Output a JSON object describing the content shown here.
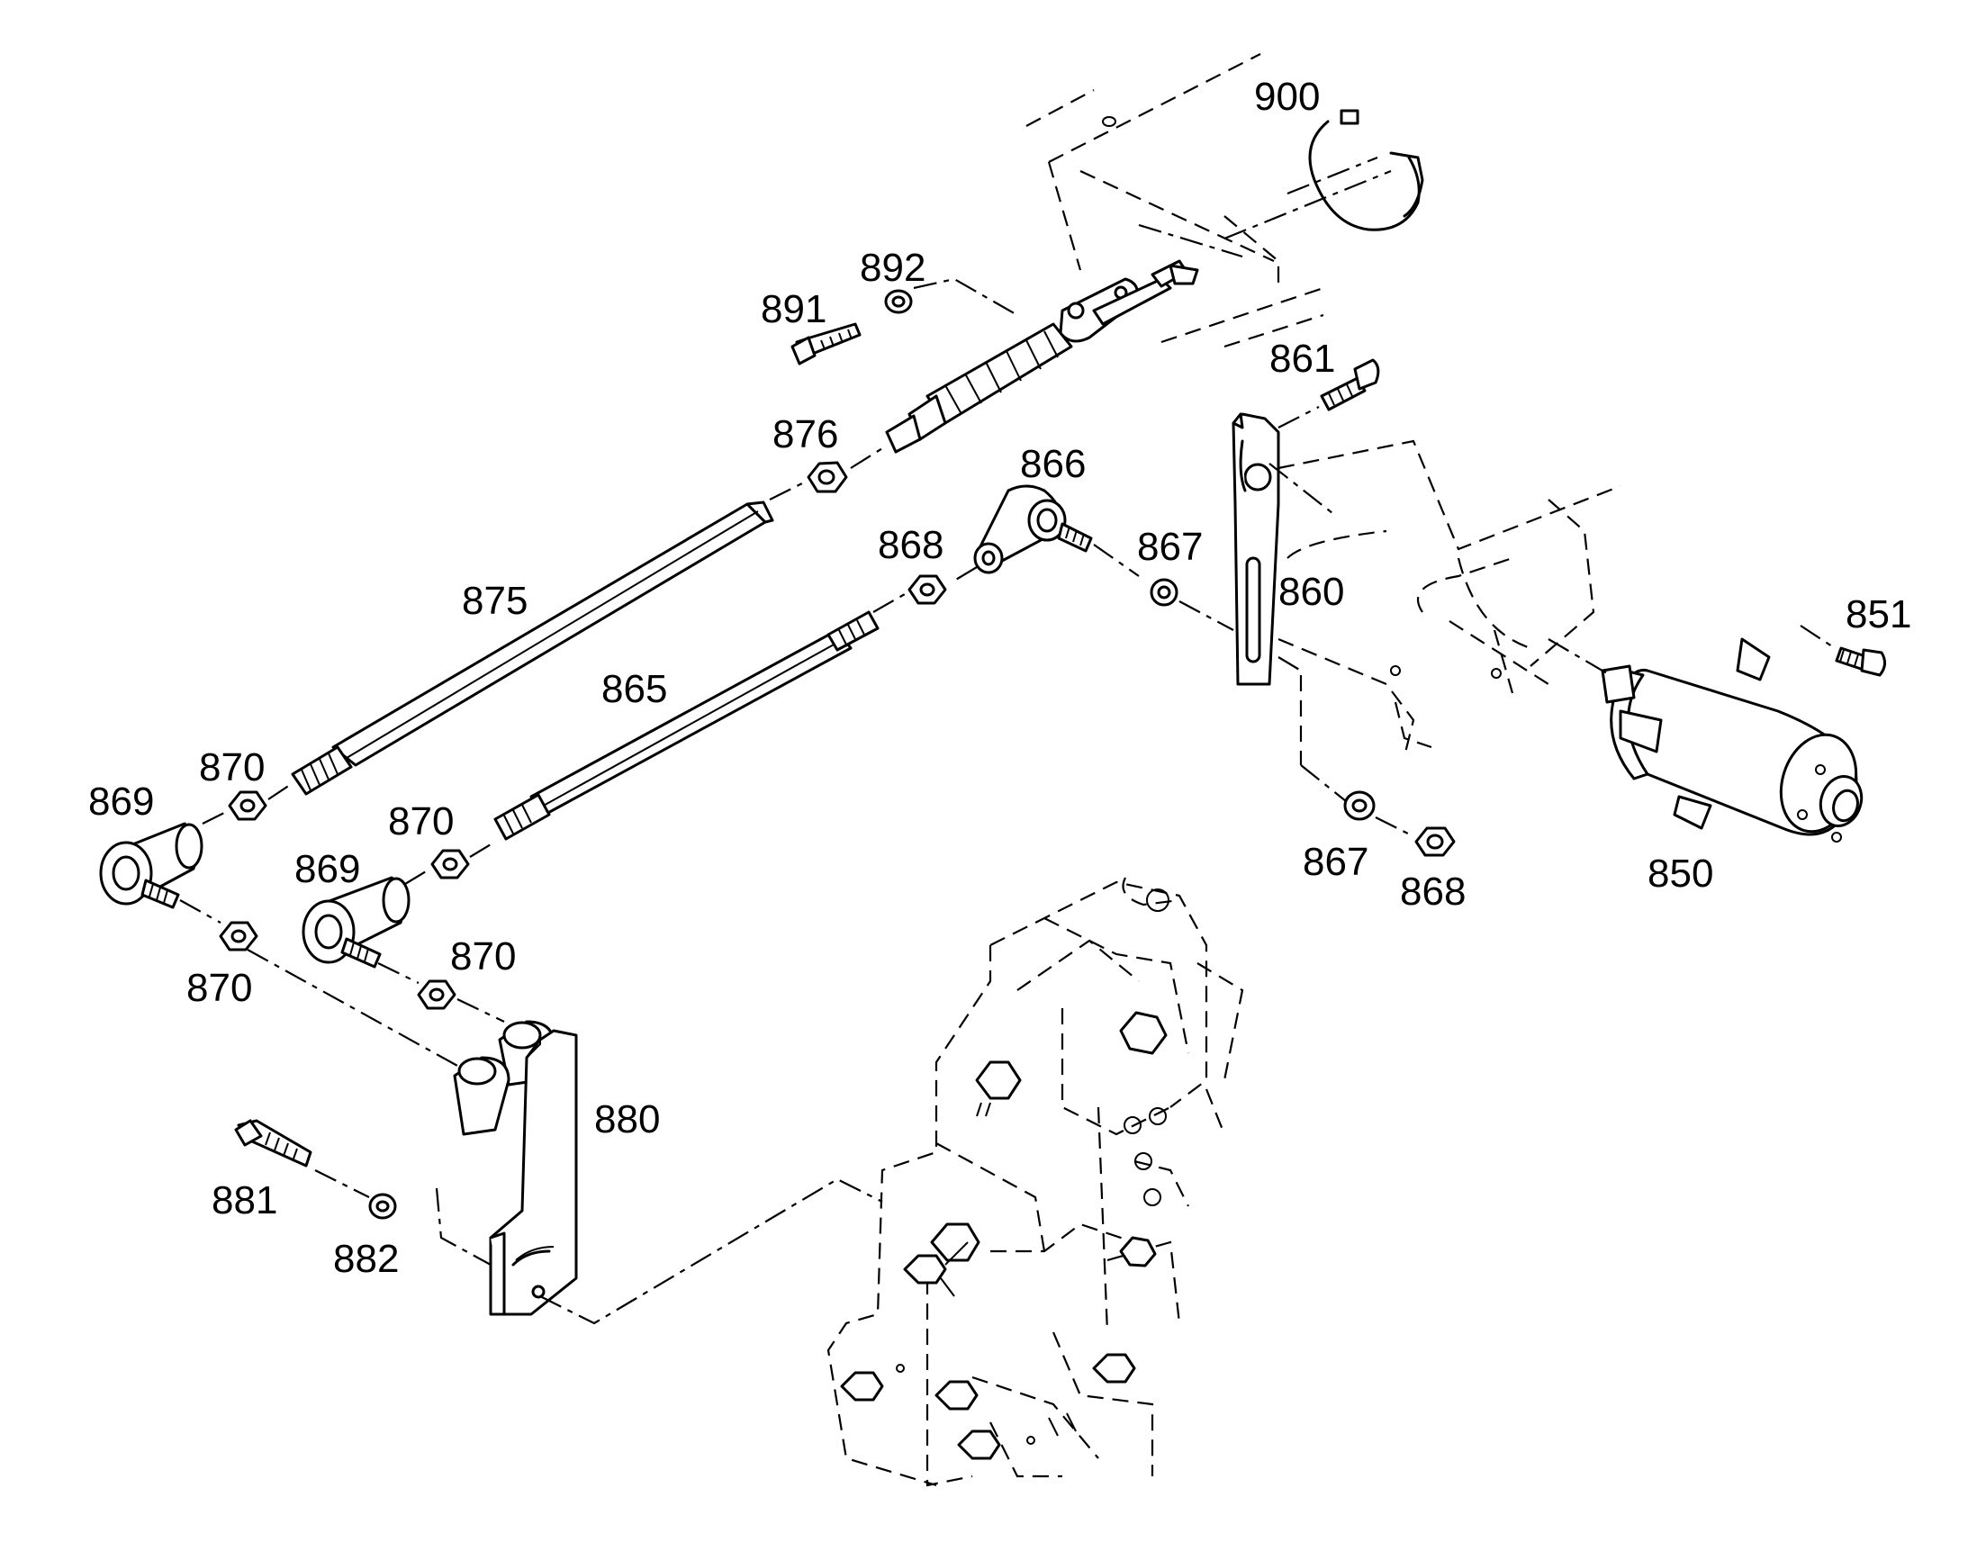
{
  "labels": {
    "p900": "900",
    "p892": "892",
    "p891": "891",
    "p861": "861",
    "p876": "876",
    "p866": "866",
    "p868a": "868",
    "p867a": "867",
    "p860": "860",
    "p875": "875",
    "p851": "851",
    "p865": "865",
    "p870a": "870",
    "p869a": "869",
    "p870b": "870",
    "p869b": "869",
    "p867b": "867",
    "p868b": "868",
    "p850": "850",
    "p870c": "870",
    "p870d": "870",
    "p880": "880",
    "p881": "881",
    "p882": "882"
  }
}
